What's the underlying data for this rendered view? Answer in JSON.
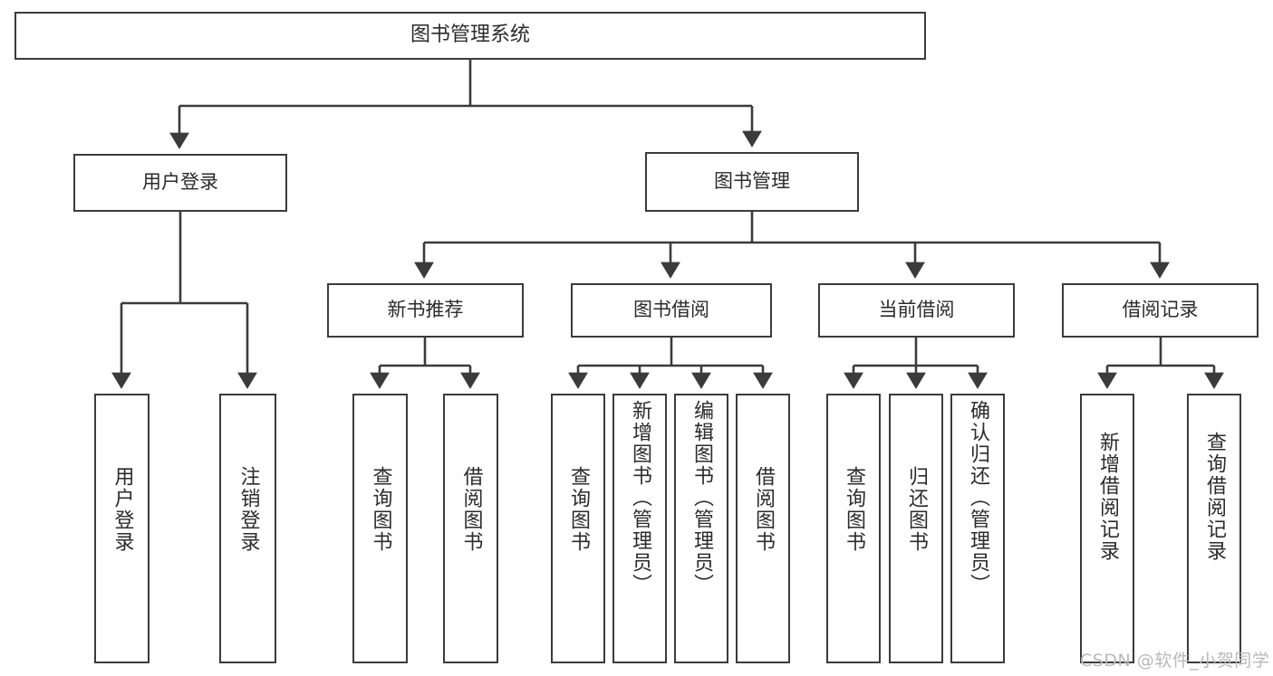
{
  "diagram": {
    "title": "图书管理系统",
    "type": "hierarchy-tree",
    "watermark": "CSDN @软件_小贺同学",
    "colors": {
      "box_border": "#3b3b3b",
      "box_fill": "#ffffff",
      "connector": "#3b3b3b",
      "text": "#2b2b2b",
      "watermark": "#b9b9b9"
    },
    "nodes": {
      "root": {
        "label": "图书管理系统",
        "level": 1,
        "orientation": "horizontal"
      },
      "user_login": {
        "label": "用户登录",
        "level": 2,
        "orientation": "horizontal"
      },
      "book_manage": {
        "label": "图书管理",
        "level": 2,
        "orientation": "horizontal"
      },
      "new_book_rec": {
        "label": "新书推荐",
        "level": 3,
        "orientation": "horizontal"
      },
      "book_borrow": {
        "label": "图书借阅",
        "level": 3,
        "orientation": "horizontal"
      },
      "current_borrow": {
        "label": "当前借阅",
        "level": 3,
        "orientation": "horizontal"
      },
      "borrow_record": {
        "label": "借阅记录",
        "level": 3,
        "orientation": "horizontal"
      },
      "leaf_user_login": {
        "label": "用户登录",
        "level": 4,
        "orientation": "vertical"
      },
      "leaf_logout": {
        "label": "注销登录",
        "level": 4,
        "orientation": "vertical"
      },
      "leaf_query_book_a": {
        "label": "查询图书",
        "level": 4,
        "orientation": "vertical"
      },
      "leaf_borrow_book_a": {
        "label": "借阅图书",
        "level": 4,
        "orientation": "vertical"
      },
      "leaf_query_book_b": {
        "label": "查询图书",
        "level": 4,
        "orientation": "vertical"
      },
      "leaf_add_book": {
        "label": "新增图书（管理员）",
        "level": 4,
        "orientation": "vertical"
      },
      "leaf_edit_book": {
        "label": "编辑图书（管理员）",
        "level": 4,
        "orientation": "vertical"
      },
      "leaf_borrow_book_b": {
        "label": "借阅图书",
        "level": 4,
        "orientation": "vertical"
      },
      "leaf_query_book_c": {
        "label": "查询图书",
        "level": 4,
        "orientation": "vertical"
      },
      "leaf_return_book": {
        "label": "归还图书",
        "level": 4,
        "orientation": "vertical"
      },
      "leaf_confirm_return": {
        "label": "确认归还（管理员）",
        "level": 4,
        "orientation": "vertical"
      },
      "leaf_add_record": {
        "label": "新增借阅记录",
        "level": 4,
        "orientation": "vertical"
      },
      "leaf_query_record": {
        "label": "查询借阅记录",
        "level": 4,
        "orientation": "vertical"
      }
    },
    "edges": [
      {
        "from": "root",
        "to": "user_login"
      },
      {
        "from": "root",
        "to": "book_manage"
      },
      {
        "from": "book_manage",
        "to": "new_book_rec"
      },
      {
        "from": "book_manage",
        "to": "book_borrow"
      },
      {
        "from": "book_manage",
        "to": "current_borrow"
      },
      {
        "from": "book_manage",
        "to": "borrow_record"
      },
      {
        "from": "user_login",
        "to": "leaf_user_login"
      },
      {
        "from": "user_login",
        "to": "leaf_logout"
      },
      {
        "from": "new_book_rec",
        "to": "leaf_query_book_a"
      },
      {
        "from": "new_book_rec",
        "to": "leaf_borrow_book_a"
      },
      {
        "from": "book_borrow",
        "to": "leaf_query_book_b"
      },
      {
        "from": "book_borrow",
        "to": "leaf_add_book"
      },
      {
        "from": "book_borrow",
        "to": "leaf_edit_book"
      },
      {
        "from": "book_borrow",
        "to": "leaf_borrow_book_b"
      },
      {
        "from": "current_borrow",
        "to": "leaf_query_book_c"
      },
      {
        "from": "current_borrow",
        "to": "leaf_return_book"
      },
      {
        "from": "current_borrow",
        "to": "leaf_confirm_return"
      },
      {
        "from": "borrow_record",
        "to": "leaf_add_record"
      },
      {
        "from": "borrow_record",
        "to": "leaf_query_record"
      }
    ]
  }
}
